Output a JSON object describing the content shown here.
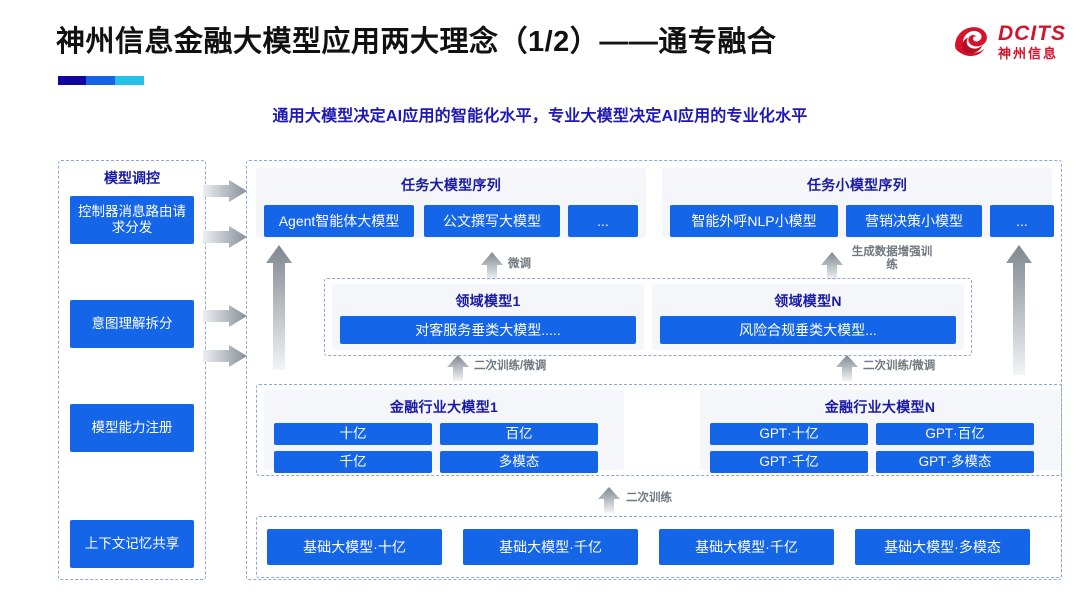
{
  "header": {
    "title": "神州信息金融大模型应用两大理念（1/2）——通专融合",
    "subtitle": "通用大模型决定AI应用的智能化水平，专业大模型决定AI应用的专业化水平",
    "logo_en": "DCITS",
    "logo_cn": "神州信息",
    "accent_colors": [
      "#13069e",
      "#1663e8",
      "#27c0e8"
    ],
    "title_color": "#111111",
    "subtitle_color": "#1f18b8",
    "logo_color": "#d6132c"
  },
  "theme": {
    "box_blue": "#1565e8",
    "panel_bg": "#f4f6f9",
    "dashed_border": "#8fa7d8",
    "heading_blue": "#1a1aa8",
    "arrow_gray": "#9aa1a8"
  },
  "sidebar": {
    "title": "模型调控",
    "items": [
      {
        "label": "控制器消息路由请求分发"
      },
      {
        "label": "意图理解拆分"
      },
      {
        "label": "模型能力注册"
      },
      {
        "label": "上下文记忆共享"
      }
    ]
  },
  "task_sequences": [
    {
      "title": "任务大模型序列",
      "items": [
        "Agent智能体大模型",
        "公文撰写大模型",
        "..."
      ]
    },
    {
      "title": "任务小模型序列",
      "items": [
        "智能外呼NLP小模型",
        "营销决策小模型",
        "..."
      ]
    }
  ],
  "domain_models": [
    {
      "title": "领域模型1",
      "item": "对客服务垂类大模型....."
    },
    {
      "title": "领域模型N",
      "item": "风险合规垂类大模型..."
    }
  ],
  "industry_models": [
    {
      "title": "金融行业大模型1",
      "cells": [
        "十亿",
        "百亿",
        "千亿",
        "多模态"
      ]
    },
    {
      "title": "金融行业大模型N",
      "cells": [
        "GPT·十亿",
        "GPT·百亿",
        "GPT·千亿",
        "GPT·多模态"
      ]
    }
  ],
  "base_models": [
    "基础大模型·十亿",
    "基础大模型·千亿",
    "基础大模型·千亿",
    "基础大模型·多模态"
  ],
  "arrow_labels": {
    "fine_tune": "微调",
    "data_augment": "生成数据增强训练",
    "retrain_finetune_left": "二次训练/微调",
    "retrain_finetune_right": "二次训练/微调",
    "retrain": "二次训练"
  }
}
